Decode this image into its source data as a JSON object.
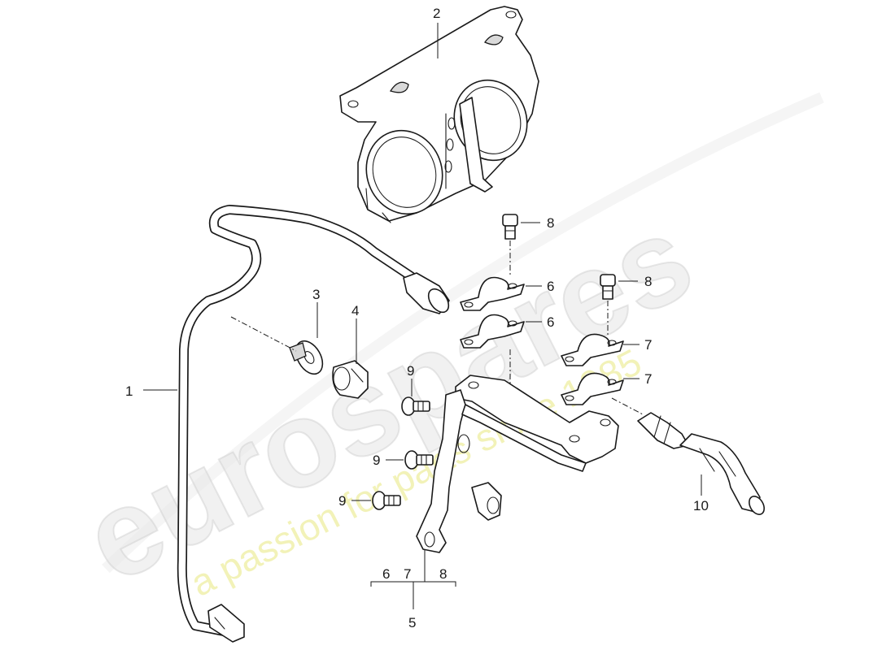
{
  "watermark": {
    "brand": "eurospares",
    "tagline": "a passion for parts since 1985"
  },
  "callouts": {
    "c1": "1",
    "c2": "2",
    "c3": "3",
    "c4": "4",
    "c5": "5",
    "c6a": "6",
    "c6b": "6",
    "c7a": "7",
    "c7b": "7",
    "c8a": "8",
    "c8b": "8",
    "c9a": "9",
    "c9b": "9",
    "c9c": "9",
    "c10": "10"
  },
  "group_bracket": {
    "items": [
      "6",
      "7",
      "8"
    ]
  },
  "colors": {
    "line": "#1a1a1a",
    "watermark_grey": "#e6e6e6",
    "watermark_yellow": "#eeeea0"
  }
}
